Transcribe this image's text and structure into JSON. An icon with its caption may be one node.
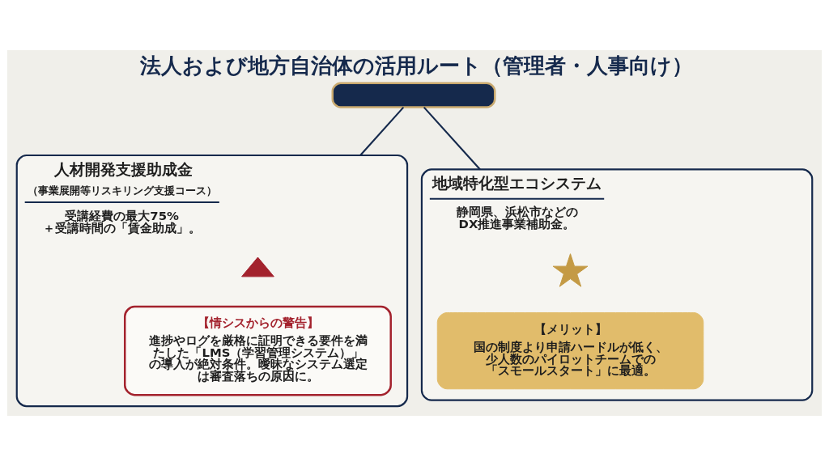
{
  "diagram": {
    "title": "法人および地方自治体の活用ルート（管理者・人事向け）",
    "nodes": [
      {
        "text": [],
        "shape": "box"
      },
      {
        "text": [
          "人材開発支援助成金",
          "（事業展開等リスキリング支援コース）",
          "受講経費の最大75%＋受講時間の「賃金助成」。"
        ]
      },
      {
        "text": [],
        "shape": "triangle",
        "in": 1
      },
      {
        "text": [
          "【情シスからの警告】",
          "進捗やログを厳格に証明できる要件を満たした「LMS（学習管理システム）」の導入が絶対条件。曖昧なシステム選定は審査落ちの原因に。"
        ],
        "in": 1
      },
      {
        "text": [
          "地域特化型エコシステム",
          "静岡県、浜松市などのDX推進事業補助金。"
        ]
      },
      {
        "text": [],
        "shape": "star",
        "in": 4
      },
      {
        "text": [
          "【メリット】",
          "国の制度より申請ハードルが低く、少人数のパイロットチームでの「スモールスタート」に最適。"
        ],
        "in": 4
      }
    ],
    "edges": [
      {
        "from": 0,
        "to": 1,
        "arrow": "none"
      },
      {
        "from": 0,
        "to": 4,
        "arrow": "none"
      }
    ]
  }
}
